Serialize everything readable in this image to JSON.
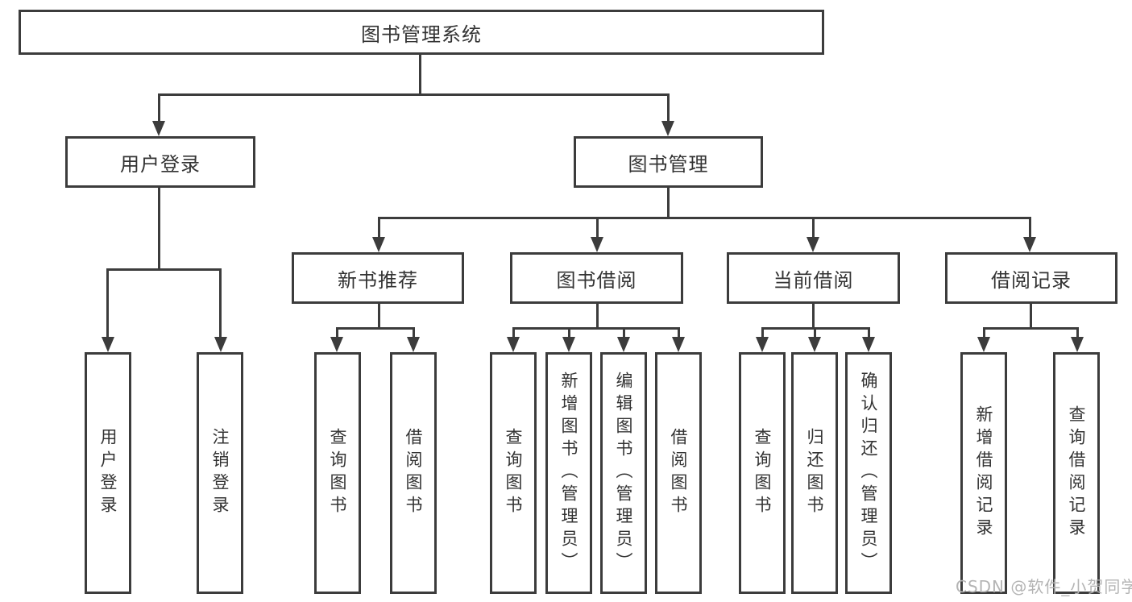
{
  "root": {
    "label": "图书管理系统"
  },
  "level2": [
    {
      "label": "用户登录"
    },
    {
      "label": "图书管理"
    }
  ],
  "level3": [
    {
      "label": "新书推荐"
    },
    {
      "label": "图书借阅"
    },
    {
      "label": "当前借阅"
    },
    {
      "label": "借阅记录"
    }
  ],
  "leaves": {
    "login": [
      {
        "label": "用户登录"
      },
      {
        "label": "注销登录"
      }
    ],
    "recommend": [
      {
        "label": "查询图书"
      },
      {
        "label": "借阅图书"
      }
    ],
    "borrow": [
      {
        "label": "查询图书"
      },
      {
        "label": "新增图书（管理员）"
      },
      {
        "label": "编辑图书（管理员）"
      },
      {
        "label": "借阅图书"
      }
    ],
    "current": [
      {
        "label": "查询图书"
      },
      {
        "label": "归还图书"
      },
      {
        "label": "确认归还（管理员）"
      }
    ],
    "records": [
      {
        "label": "新增借阅记录"
      },
      {
        "label": "查询借阅记录"
      }
    ]
  },
  "watermark": "CSDN @软件_小贺同学",
  "colors": {
    "line": "#3c3c3c",
    "text": "#333333",
    "watermark": "#b4b4b4",
    "background": "#ffffff"
  }
}
